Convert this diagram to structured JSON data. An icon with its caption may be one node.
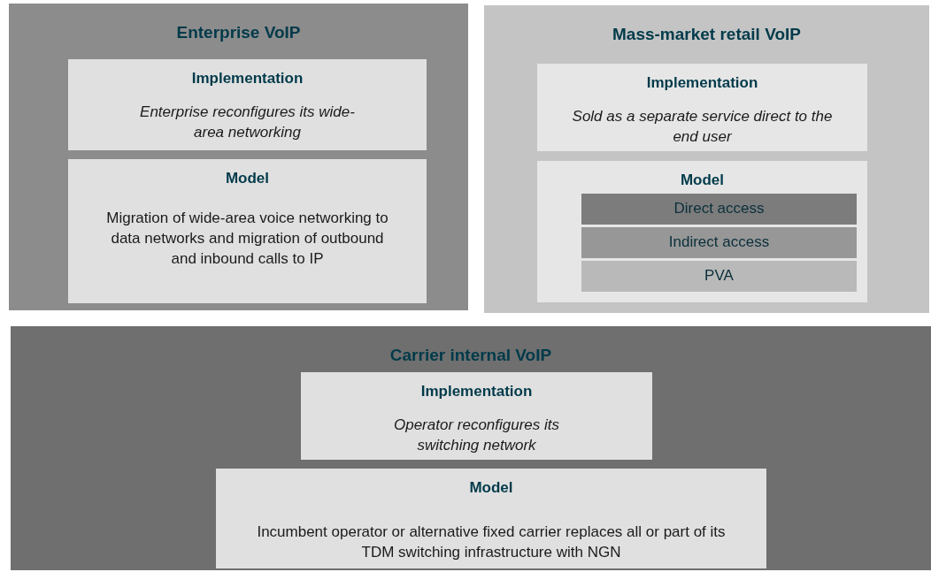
{
  "diagram": {
    "nodes": [
      {
        "text": [
          "Enterprise VoIP"
        ]
      },
      {
        "text": [
          "Implementation",
          "Enterprise reconfigures its wide-area networking"
        ],
        "in": 0
      },
      {
        "text": [
          "Model",
          "Migration of wide-area voice networking to data networks and migration of outbound and inbound calls to IP"
        ],
        "in": 0
      },
      {
        "text": [
          "Mass-market retail VoIP"
        ]
      },
      {
        "text": [
          "Implementation",
          "Sold as a separate service direct to the end user"
        ],
        "in": 3
      },
      {
        "text": [
          "Model"
        ],
        "in": 3
      },
      {
        "text": [
          "Direct access"
        ],
        "in": 5
      },
      {
        "text": [
          "Indirect access"
        ],
        "in": 5
      },
      {
        "text": [
          "PVA"
        ],
        "in": 5
      },
      {
        "text": [
          "Carrier internal VoIP"
        ]
      },
      {
        "text": [
          "Implementation",
          "Operator reconfigures its switching network"
        ],
        "in": 9
      },
      {
        "text": [
          "Model",
          "Incumbent operator or alternative fixed carrier replaces all or part of its TDM switching infrastructure with NGN"
        ],
        "in": 9
      }
    ]
  }
}
